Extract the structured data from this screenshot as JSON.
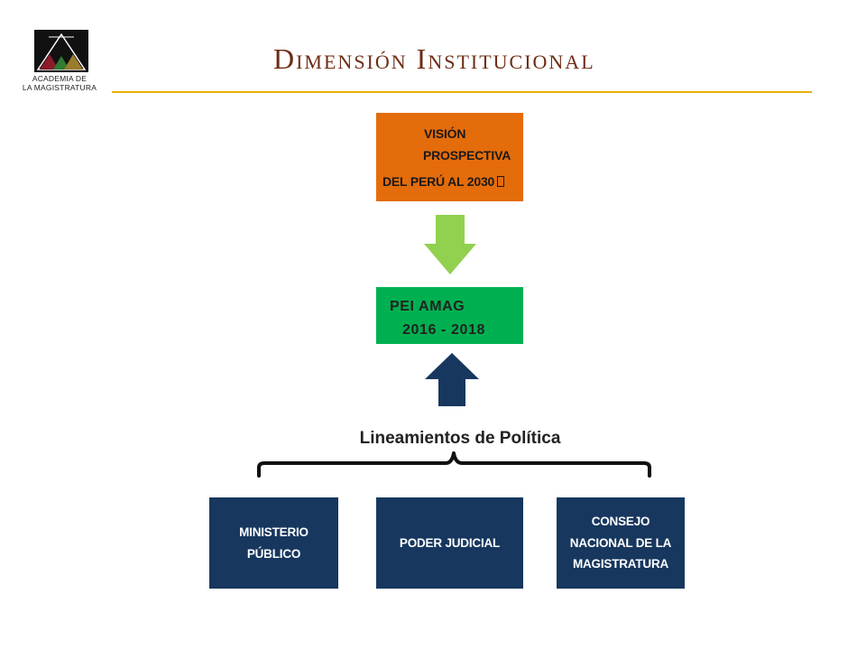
{
  "logo": {
    "icon": "academia-magistratura-logo",
    "line1": "ACADEMIA DE",
    "line2": "LA MAGISTRATURA",
    "colors": {
      "background": "#111111",
      "left": "#8b1a2b",
      "middle": "#2e7d32",
      "right": "#9a7b2c"
    }
  },
  "title": "Dimensión Institucional",
  "colors": {
    "title": "#6e2c14",
    "rule": "#e9b10c",
    "vision_box": "#e46c0a",
    "pei_box": "#00b050",
    "arrow_down": "#92d050",
    "arrow_up": "#17375e",
    "institution_box": "#17375e"
  },
  "diagram": {
    "vision_box": {
      "lines": [
        "VISIÓN",
        "PROSPECTIVA",
        "DEL PERÚ AL 2030"
      ]
    },
    "arrow_down_icon": "arrow-down-icon",
    "pei_box": {
      "lines": [
        "PEI AMAG",
        "2016 - 2018"
      ]
    },
    "arrow_up_icon": "arrow-up-icon",
    "policy_label": "Lineamientos de Política",
    "brace_icon": "curly-brace-icon",
    "institutions": [
      {
        "lines": [
          "MINISTERIO",
          "PÚBLICO"
        ]
      },
      {
        "lines": [
          "PODER JUDICIAL"
        ]
      },
      {
        "lines": [
          "CONSEJO",
          "NACIONAL DE LA",
          "MAGISTRATURA"
        ]
      }
    ]
  }
}
